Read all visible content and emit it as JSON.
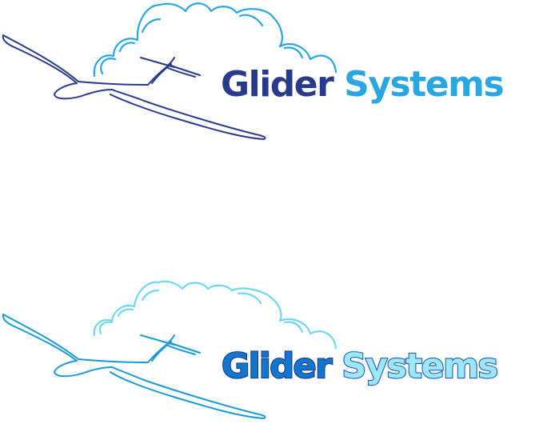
{
  "logos": [
    {
      "variant": "flat",
      "word1": "Glider",
      "word2": "Systems",
      "colors": {
        "glider": "#283a8c",
        "cloud": "#2aa6e0",
        "word1": "#283a8c",
        "word2": "#2aa6e0"
      }
    },
    {
      "variant": "outlined",
      "word1": "Glider",
      "word2": "Systems",
      "colors": {
        "glider": "#1a9ad6",
        "cloud": "#6fd8f0",
        "word1": "#1176cc",
        "word2": "#9ee6fb"
      }
    }
  ],
  "icons": [
    "cloud-icon",
    "glider-icon"
  ]
}
